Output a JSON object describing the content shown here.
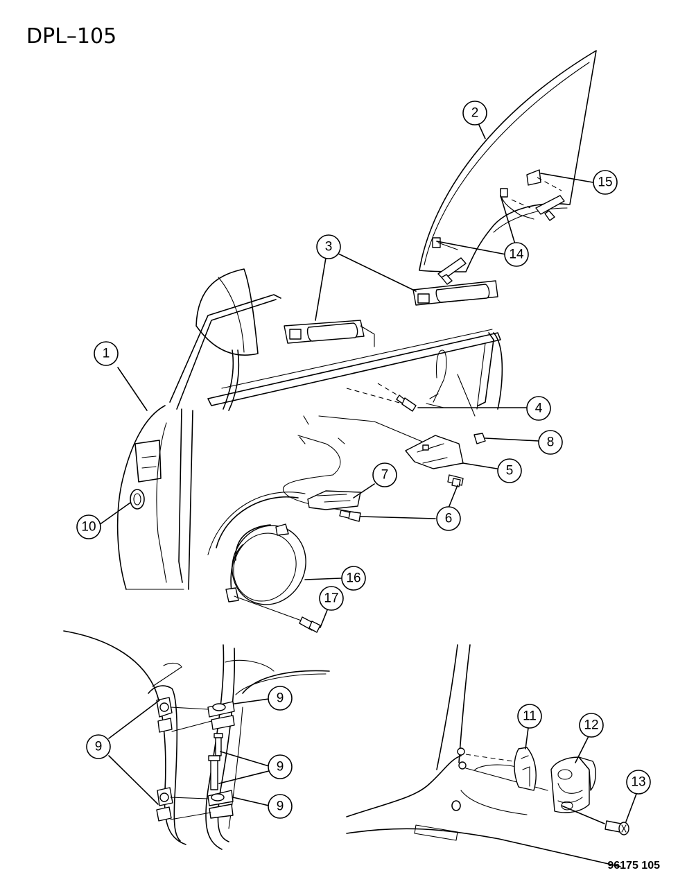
{
  "title": "DPL–105",
  "figure_code": "96175  105",
  "callouts": [
    "1",
    "2",
    "3",
    "4",
    "5",
    "6",
    "7",
    "8",
    "9",
    "10",
    "11",
    "12",
    "13",
    "14",
    "15",
    "16",
    "17"
  ]
}
